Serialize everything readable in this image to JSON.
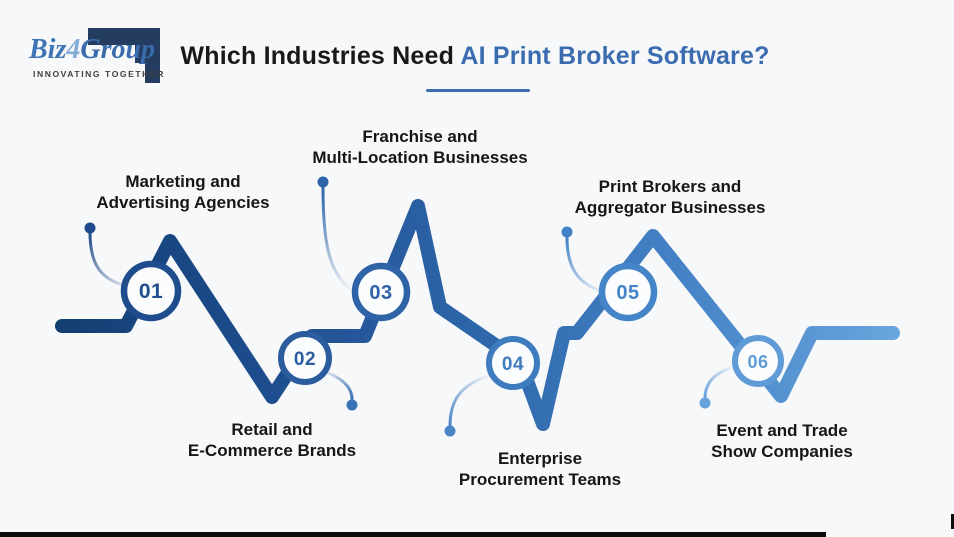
{
  "logo": {
    "brand_prefix": "Biz",
    "brand_num": "4",
    "brand_suffix": "Group",
    "tagline": "INNOVATING TOGETHER"
  },
  "title": {
    "prefix": "Which Industries Need ",
    "highlight": "AI Print Broker Software?"
  },
  "milestones": [
    {
      "number": "01",
      "label_lines": [
        "Marketing and",
        "Advertising Agencies"
      ]
    },
    {
      "number": "02",
      "label_lines": [
        "Retail and",
        "E-Commerce Brands"
      ]
    },
    {
      "number": "03",
      "label_lines": [
        "Franchise and",
        "Multi-Location Businesses"
      ]
    },
    {
      "number": "04",
      "label_lines": [
        "Enterprise",
        "Procurement Teams"
      ]
    },
    {
      "number": "05",
      "label_lines": [
        "Print Brokers and",
        "Aggregator Businesses"
      ]
    },
    {
      "number": "06",
      "label_lines": [
        "Event and Trade",
        "Show Companies"
      ]
    }
  ],
  "colors": {
    "background": "#f7f8f9",
    "title_text": "#191919",
    "title_highlight": "#3c6cb0",
    "line_gradient_start": "#143f73",
    "line_gradient_end": "#68a4dd",
    "logo_mark_navy": "#233c5f",
    "milestone_colors": [
      "#1e4c8d",
      "#2a5c9e",
      "#2e63a7",
      "#3f7cbf",
      "#4584c8",
      "#5f9cd7"
    ]
  }
}
